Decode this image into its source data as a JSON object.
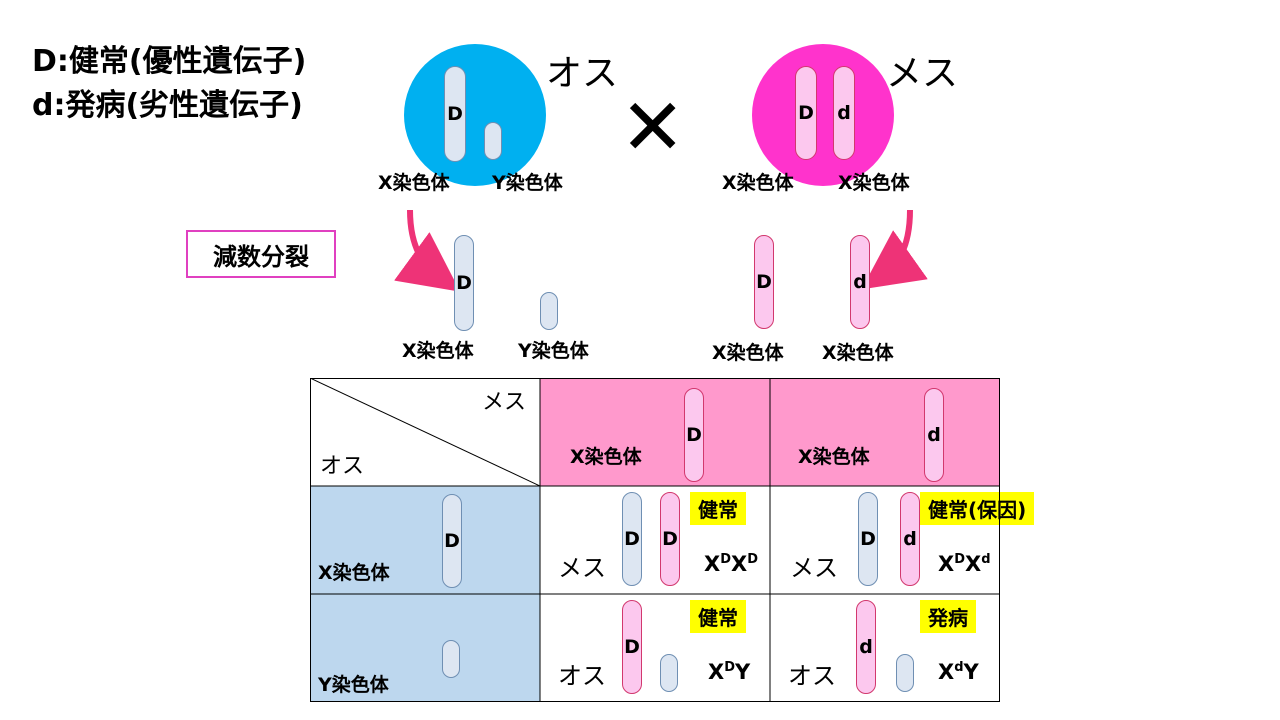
{
  "legend": {
    "dominant": "D:健常(優性遺伝子)",
    "recessive": "d:発病(劣性遺伝子)"
  },
  "parents": {
    "male_label": "オス",
    "female_label": "メス",
    "cross_symbol": "✕",
    "male_chromosome_labels": [
      "X染色体",
      "Y染色体"
    ],
    "female_chromosome_labels": [
      "X染色体",
      "X染色体"
    ],
    "male_x_allele": "D",
    "female_alleles": [
      "D",
      "d"
    ],
    "male_color": "#00b0f0",
    "female_color": "#ff33cc"
  },
  "meiosis": {
    "label": "減数分裂",
    "gamete_labels": [
      "X染色体",
      "Y染色体",
      "X染色体",
      "X染色体"
    ],
    "gamete_alleles": [
      "D",
      "",
      "D",
      "d"
    ]
  },
  "punnett": {
    "corner_top": "メス",
    "corner_bottom": "オス",
    "col_headers": [
      {
        "label": "X染色体",
        "allele": "D"
      },
      {
        "label": "X染色体",
        "allele": "d"
      }
    ],
    "row_headers": [
      {
        "label": "X染色体",
        "allele": "D"
      },
      {
        "label": "Y染色体",
        "allele": ""
      }
    ],
    "cells": [
      {
        "sex": "メス",
        "status": "健常",
        "geno_base1": "X",
        "geno_sup1": "D",
        "geno_base2": "X",
        "geno_sup2": "D",
        "alleles": [
          "D",
          "D"
        ]
      },
      {
        "sex": "メス",
        "status": "健常(保因)",
        "geno_base1": "X",
        "geno_sup1": "D",
        "geno_base2": "X",
        "geno_sup2": "d",
        "alleles": [
          "D",
          "d"
        ]
      },
      {
        "sex": "オス",
        "status": "健常",
        "geno_base1": "X",
        "geno_sup1": "D",
        "geno_base2": "Y",
        "geno_sup2": "",
        "alleles": [
          "D",
          ""
        ]
      },
      {
        "sex": "オス",
        "status": "発病",
        "geno_base1": "X",
        "geno_sup1": "d",
        "geno_base2": "Y",
        "geno_sup2": "",
        "alleles": [
          "d",
          ""
        ]
      }
    ],
    "header_female_color": "#ff99cc",
    "header_male_color": "#bdd7ee",
    "highlight_color": "#ffff00"
  }
}
